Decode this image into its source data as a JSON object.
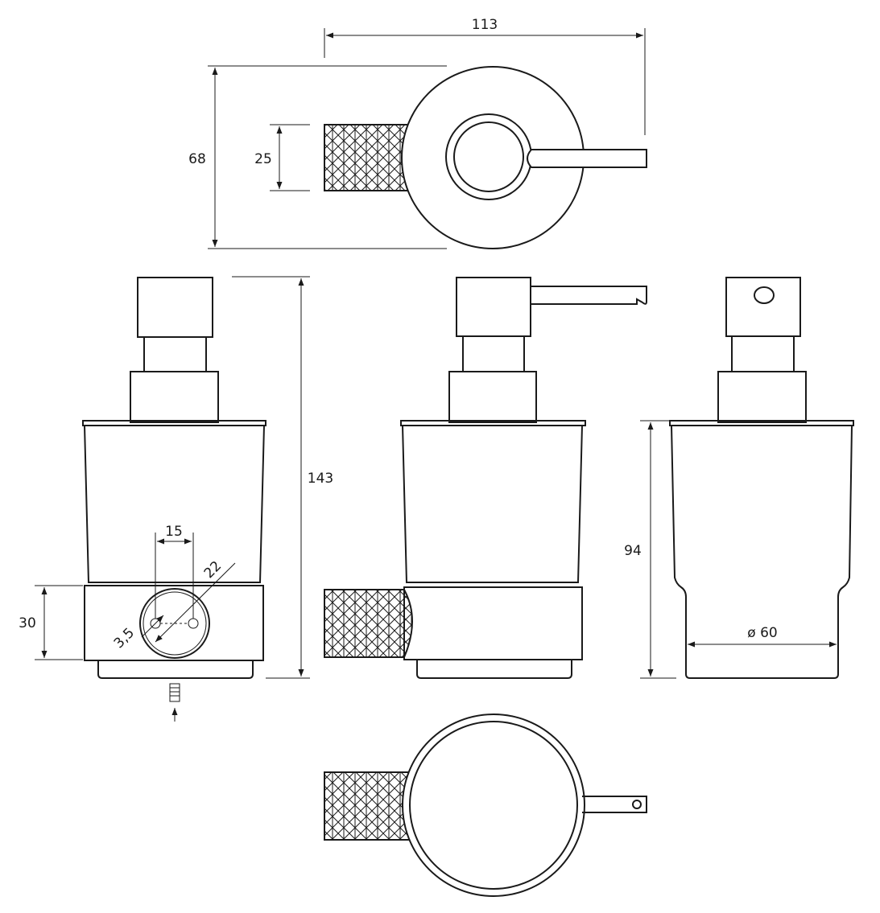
{
  "dimensions": {
    "top_view_width": "113",
    "top_view_height": "68",
    "handle_height": "25",
    "total_height": "143",
    "mount_spacing": "15",
    "flange_diameter": "22",
    "screw_hole": "3,5",
    "base_height": "30",
    "glass_height": "94",
    "glass_diameter": "ø 60"
  },
  "colors": {
    "line": "#1a1a1a",
    "background": "#ffffff"
  }
}
